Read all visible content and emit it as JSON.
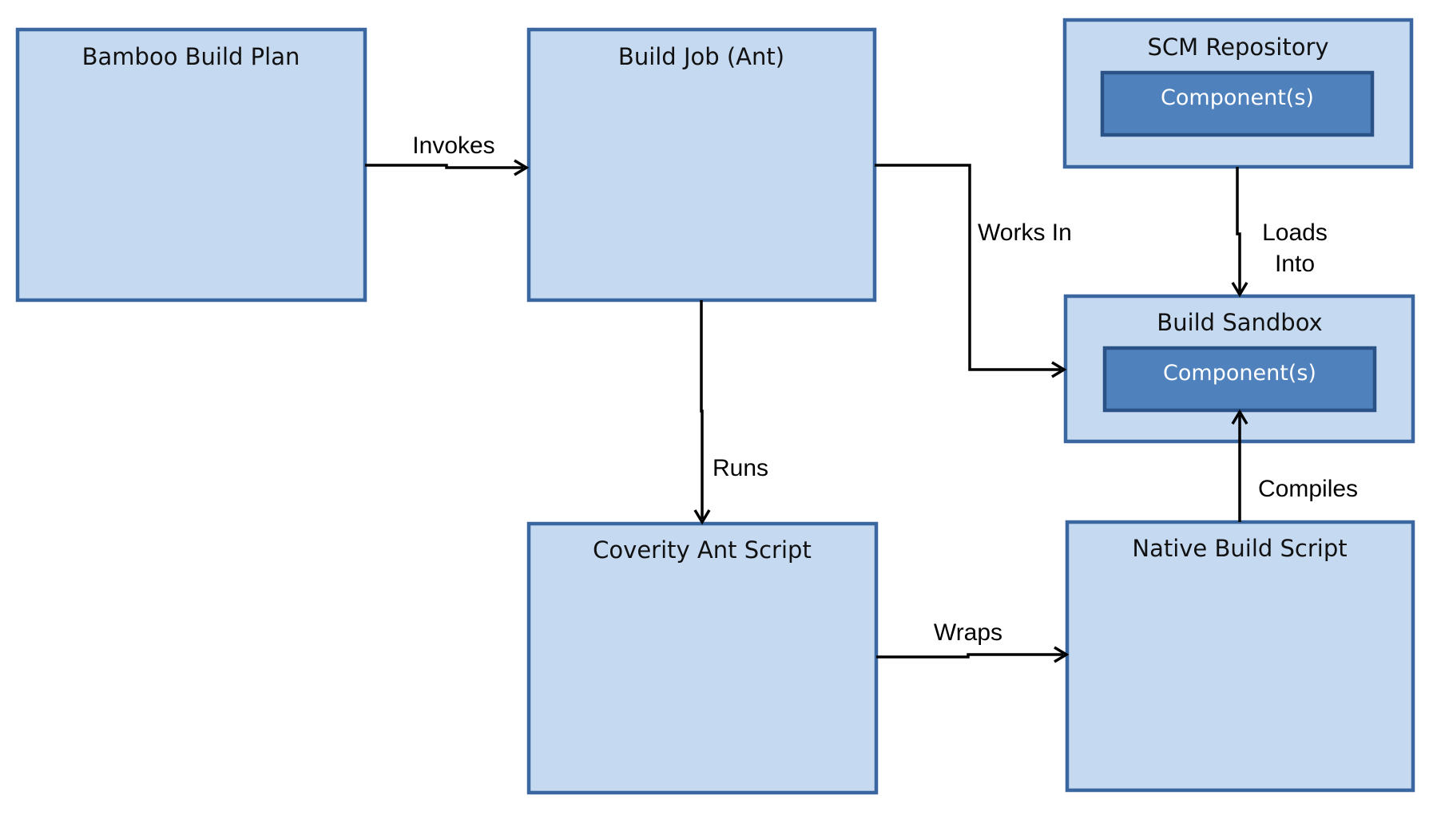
{
  "nodes": {
    "bamboo_build_plan": {
      "title": "Bamboo Build Plan"
    },
    "build_job": {
      "title": "Build Job (Ant)"
    },
    "scm_repository": {
      "title": "SCM Repository",
      "inner": "Component(s)"
    },
    "build_sandbox": {
      "title": "Build Sandbox",
      "inner": "Component(s)"
    },
    "coverity_ant_script": {
      "title": "Coverity Ant Script"
    },
    "native_build_script": {
      "title": "Native Build Script"
    }
  },
  "edges": {
    "invokes": {
      "label": "Invokes"
    },
    "works_in": {
      "label": "Works In"
    },
    "loads_into": {
      "line1": "Loads",
      "line2": "Into"
    },
    "runs": {
      "label": "Runs"
    },
    "wraps": {
      "label": "Wraps"
    },
    "compiles": {
      "label": "Compiles"
    }
  },
  "colors": {
    "box_fill": "#c5d9f1",
    "box_border": "#3b67a1",
    "inner_fill": "#4f81bd",
    "inner_border": "#2a5286",
    "inner_text": "#ffffff",
    "line": "#000000"
  }
}
